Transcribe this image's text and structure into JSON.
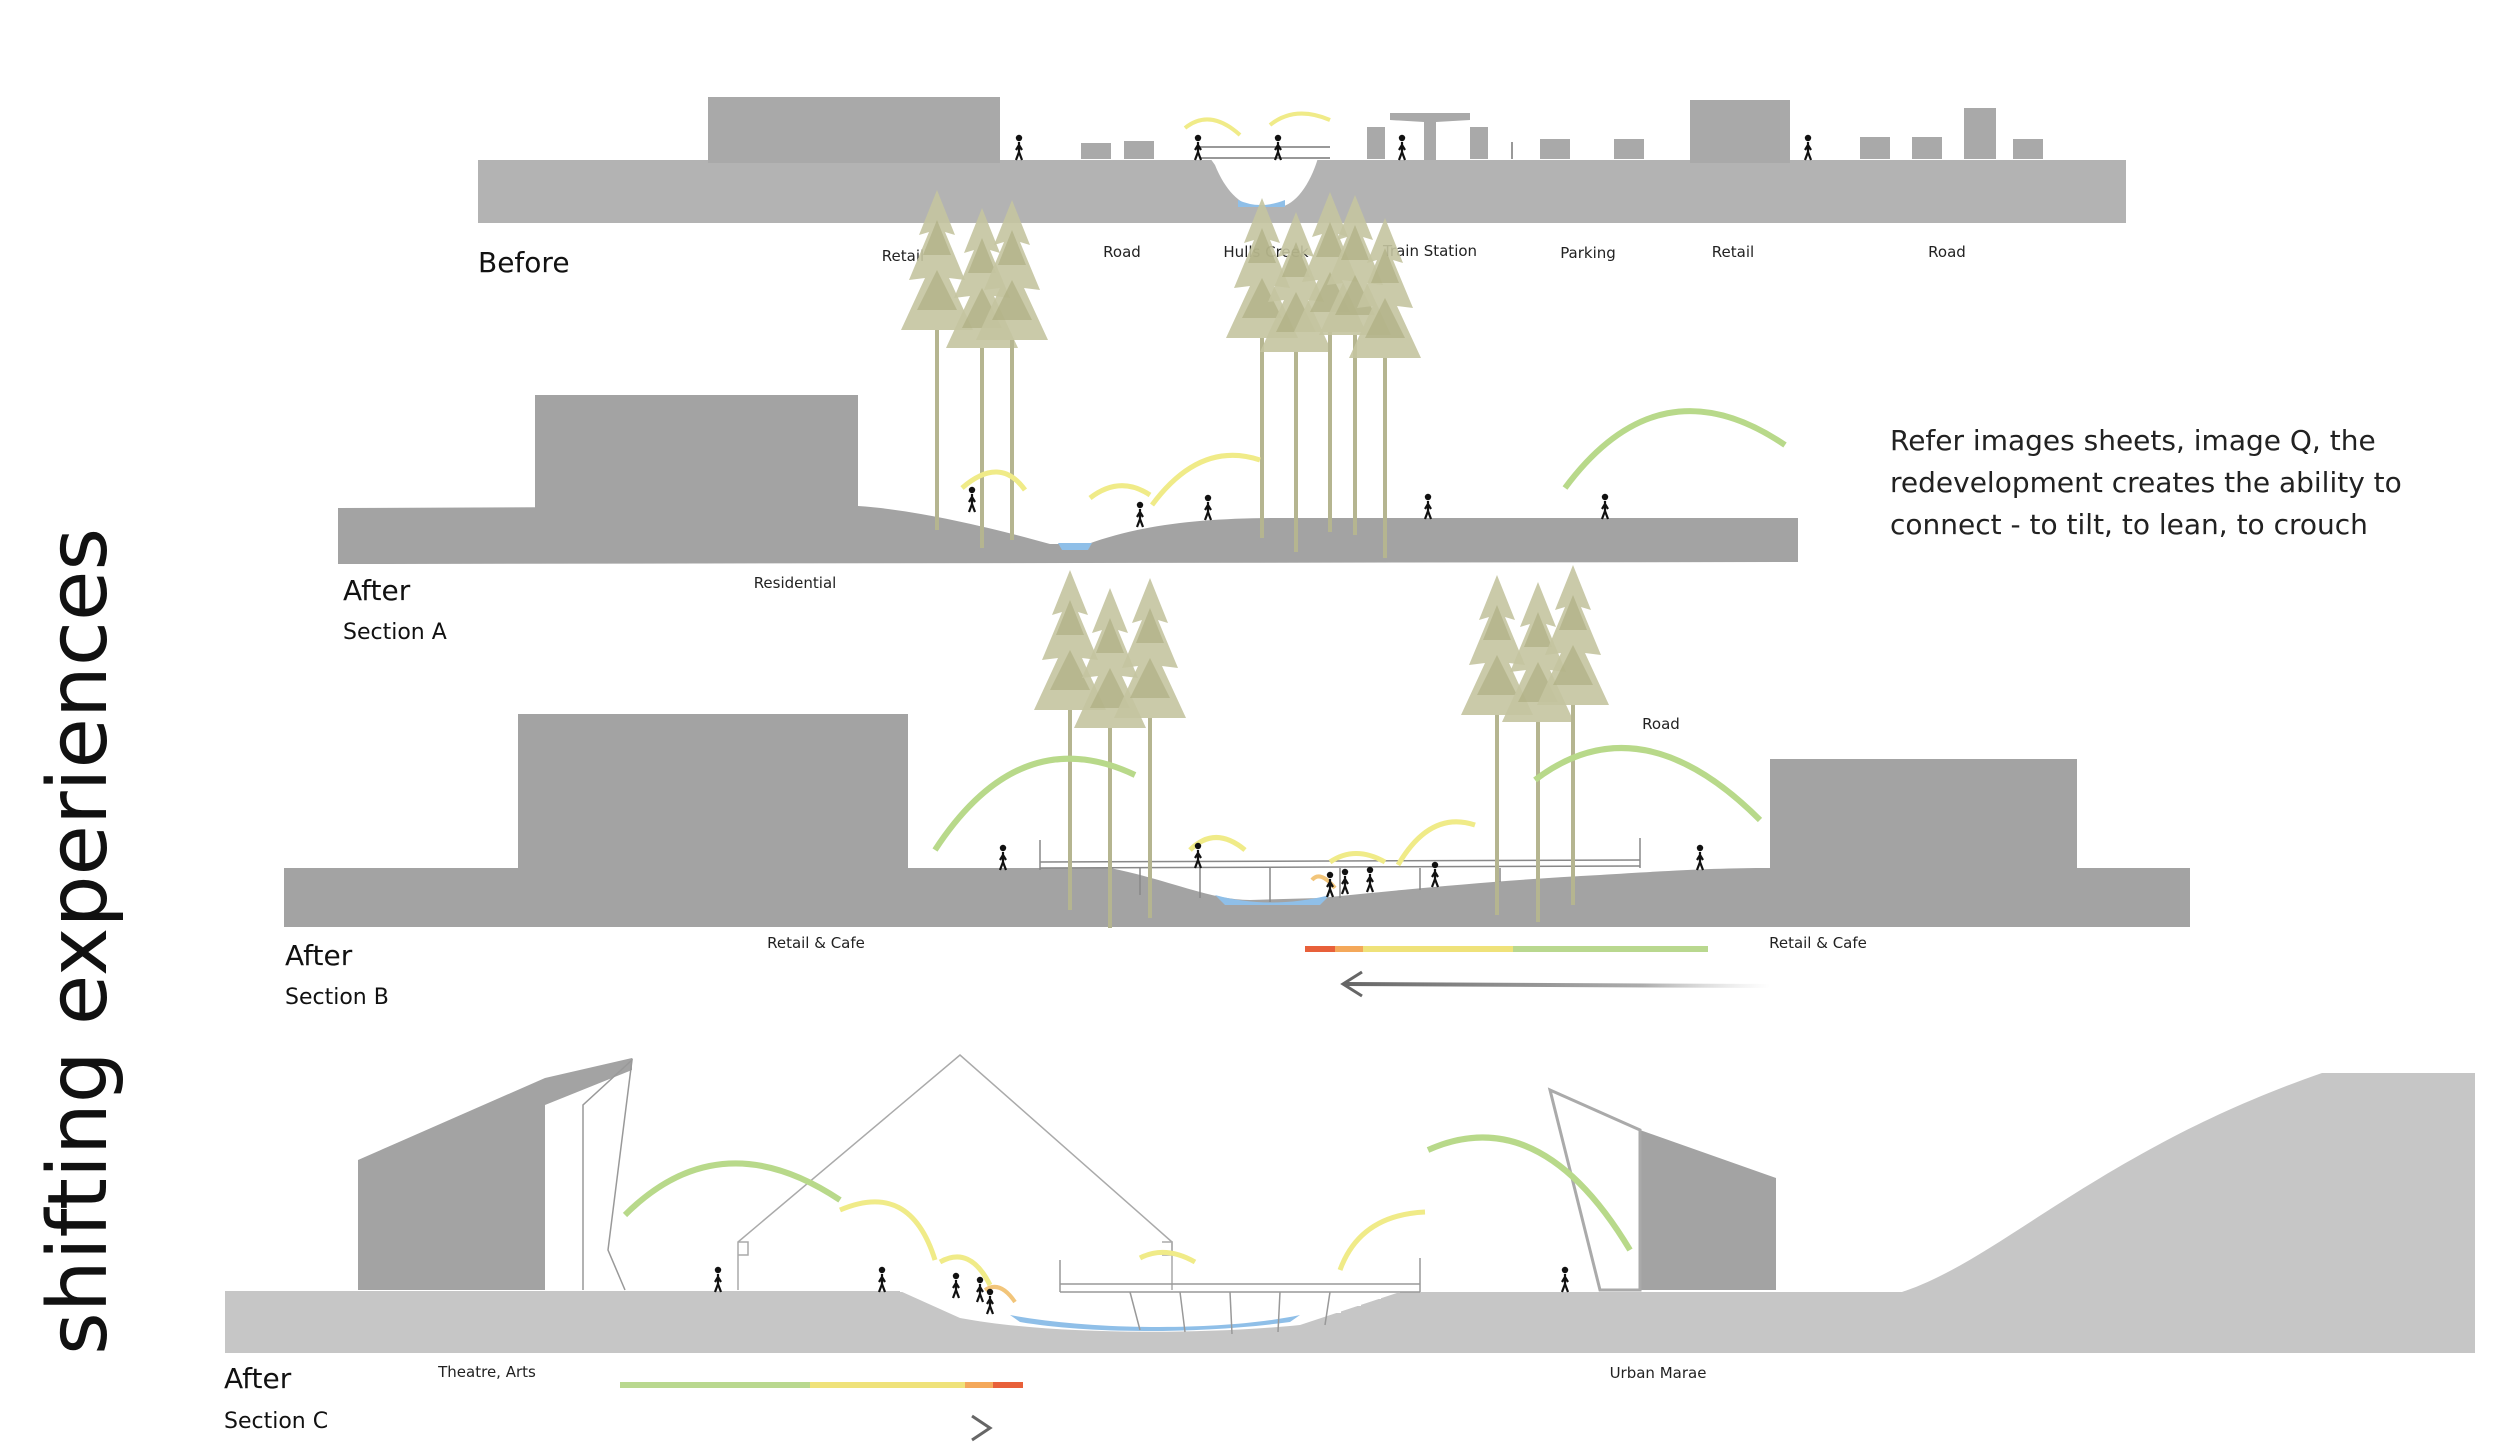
{
  "vertical_title": "shifting experiences",
  "note": {
    "line1": "Refer images sheets, image Q, the",
    "line2": "redevelopment creates the ability to",
    "line3": "connect - to tilt, to lean, to crouch"
  },
  "sections": {
    "before": {
      "title": "Before",
      "labels": [
        "Retail",
        "Road",
        "Hulls Creek",
        "Train Station",
        "Parking",
        "Retail",
        "Road"
      ]
    },
    "a": {
      "title": "After",
      "subtitle": "Section A",
      "labels": [
        "Residential"
      ]
    },
    "b": {
      "title": "After",
      "subtitle": "Section B",
      "labels": [
        "Retail & Cafe",
        "Retail & Cafe",
        "Road"
      ]
    },
    "c": {
      "title": "After",
      "subtitle": "Section C",
      "labels": [
        "Theatre, Arts",
        "Urban Marae"
      ]
    }
  },
  "colors": {
    "ground": "#b3b3b3",
    "building_dark": "#a3a3a3",
    "water": "#8fbfe8",
    "tree": "#b5b590",
    "arc_green": "#b8d98a",
    "arc_yellow": "#f0eb88",
    "arc_orange": "#f2c57a",
    "bar_red": "#e8603a",
    "bar_orange": "#f4a85a",
    "bar_yellow": "#efe27a",
    "bar_green": "#b9d88f"
  }
}
